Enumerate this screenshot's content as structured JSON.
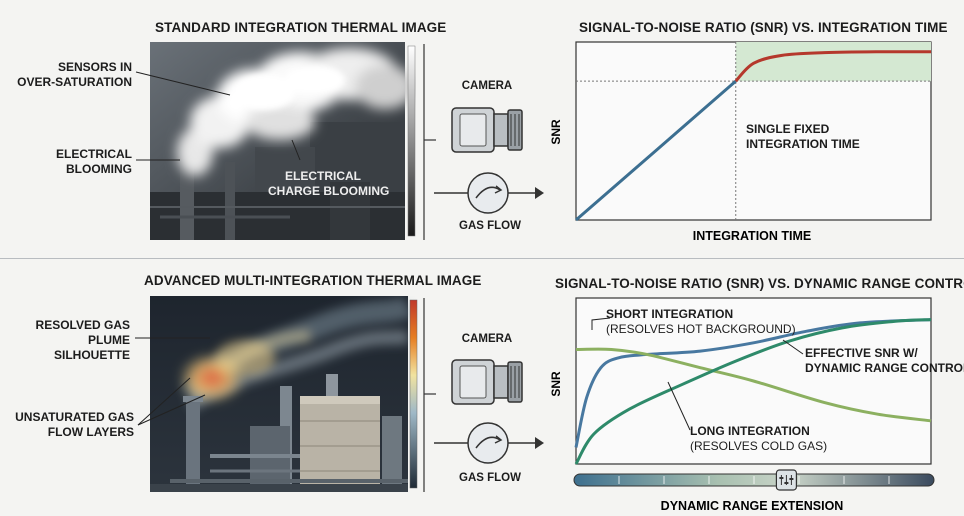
{
  "top": {
    "image_title": "STANDARD INTEGRATION THERMAL IMAGE",
    "callouts": {
      "sensors_oversat": [
        "SENSORS IN",
        "OVER-SATURATION"
      ],
      "electrical_blooming": [
        "ELECTRICAL",
        "BLOOMING"
      ],
      "charge_blooming": [
        "ELECTRICAL",
        "CHARGE BLOOMING"
      ]
    },
    "camera_label": "CAMERA",
    "gas_flow_label": "GAS FLOW",
    "chart_title": "SIGNAL-TO-NOISE RATIO (SNR) VS. INTEGRATION TIME",
    "annotation": [
      "SINGLE FIXED",
      "INTEGRATION TIME"
    ]
  },
  "bottom": {
    "image_title": "ADVANCED MULTI-INTEGRATION THERMAL IMAGE",
    "callouts": {
      "resolved_plume": [
        "RESOLVED GAS",
        "PLUME",
        "SILHOUETTE"
      ],
      "unsaturated_layers": [
        "UNSATURATED GAS",
        "FLOW LAYERS"
      ]
    },
    "camera_label": "CAMERA",
    "gas_flow_label": "GAS FLOW",
    "chart_title": "SIGNAL-TO-NOISE RATIO (SNR) VS. DYNAMIC RANGE CONTROL",
    "annotations": {
      "short": [
        "SHORT INTEGRATION",
        "(RESOLVES HOT BACKGROUND)"
      ],
      "effective": [
        "EFFECTIVE SNR W/",
        "DYNAMIC RANGE CONTROL"
      ],
      "long": [
        "LONG INTEGRATION",
        "(RESOLVES COLD GAS)"
      ]
    },
    "slider_label": "DYNAMIC RANGE EXTENSION"
  },
  "chart_data": [
    {
      "type": "line",
      "title": "SIGNAL-TO-NOISE RATIO (SNR) VS. INTEGRATION TIME",
      "xlabel": "INTEGRATION TIME",
      "ylabel": "SNR",
      "xlim": [
        0,
        1
      ],
      "ylim": [
        0,
        1
      ],
      "series": [
        {
          "color": "#3c6f91",
          "x": [
            0,
            0.45
          ],
          "y": [
            0,
            0.78
          ]
        },
        {
          "color": "#b5382c",
          "x": [
            0.45,
            0.5,
            0.58,
            0.7,
            0.85,
            1.0
          ],
          "y": [
            0.78,
            0.88,
            0.925,
            0.94,
            0.945,
            0.945
          ]
        }
      ],
      "saturation_threshold_x": 0.45,
      "saturation_threshold_y": 0.78,
      "saturation_band_color": "#d4e8d2"
    },
    {
      "type": "line",
      "title": "SIGNAL-TO-NOISE RATIO (SNR) VS. DYNAMIC RANGE CONTROL",
      "xlabel": "DYNAMIC RANGE EXTENSION",
      "ylabel": "SNR",
      "xlim": [
        0,
        1
      ],
      "ylim": [
        0,
        1
      ],
      "series": [
        {
          "name": "SHORT INTEGRATION",
          "color": "#4878a0",
          "x": [
            0,
            0.03,
            0.07,
            0.12,
            0.2,
            0.35,
            0.5,
            0.65,
            0.8,
            1.0
          ],
          "y": [
            0.1,
            0.4,
            0.58,
            0.64,
            0.66,
            0.68,
            0.73,
            0.8,
            0.85,
            0.87
          ]
        },
        {
          "name": "LONG INTEGRATION",
          "color": "#8cb060",
          "x": [
            0,
            0.1,
            0.2,
            0.35,
            0.5,
            0.7,
            0.85,
            1.0
          ],
          "y": [
            0.69,
            0.69,
            0.66,
            0.58,
            0.5,
            0.37,
            0.3,
            0.26
          ]
        },
        {
          "name": "EFFECTIVE SNR W/ DYNAMIC RANGE CONTROL",
          "color": "#2e8a6a",
          "x": [
            0,
            0.05,
            0.15,
            0.3,
            0.45,
            0.6,
            0.75,
            0.9,
            1.0
          ],
          "y": [
            0,
            0.18,
            0.33,
            0.48,
            0.62,
            0.74,
            0.82,
            0.86,
            0.87
          ]
        }
      ],
      "slider_position": 0.59
    }
  ]
}
